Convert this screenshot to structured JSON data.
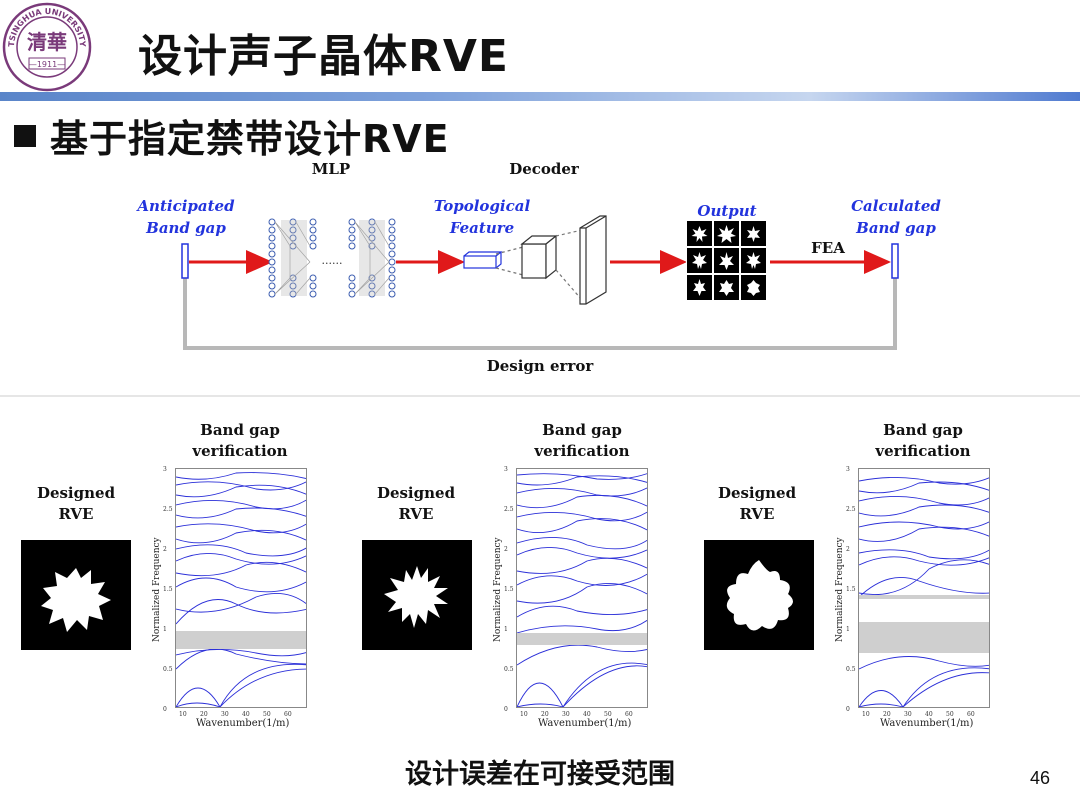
{
  "header": {
    "title": "设计声子晶体RVE",
    "logo": {
      "top_text": "TSINGHUA UNIVERSITY",
      "year": "1911",
      "seal_text": "清華"
    }
  },
  "section": {
    "bullet": "基于指定禁带设计RVE"
  },
  "pipeline": {
    "mlp_label": "MLP",
    "decoder_label": "Decoder",
    "input_label_line1": "Anticipated",
    "input_label_line2": "Band gap",
    "feature_label_line1": "Topological",
    "feature_label_line2": "Feature",
    "output_label": "Output",
    "calc_label_line1": "Calculated",
    "calc_label_line2": "Band gap",
    "fea_label": "FEA",
    "error_label": "Design error",
    "dots": "......",
    "colors": {
      "arrow": "#e0191a",
      "blue_text": "#2233dd",
      "feedback": "#b8b8b8"
    }
  },
  "verification": {
    "designed_line1": "Designed",
    "designed_line2": "RVE",
    "bandgap_line1": "Band gap",
    "bandgap_line2": "verification",
    "ylabel": "Normalized Frequency",
    "xlabel": "Wavenumber(1/m)",
    "yticks": [
      "3",
      "2.5",
      "2",
      "1.5",
      "1",
      "0.5",
      "0"
    ],
    "xticks": [
      "10",
      "20",
      "30",
      "40",
      "50",
      "60"
    ],
    "panels": [
      {
        "gap_range": [
          0.75,
          0.97
        ]
      },
      {
        "gap_range": [
          0.84,
          0.98
        ]
      },
      {
        "gap_range": [
          0.7,
          1.08
        ],
        "gap2_range": [
          1.36,
          1.42
        ]
      }
    ]
  },
  "footer": {
    "conclusion": "设计误差在可接受范围",
    "page_number": "46"
  }
}
